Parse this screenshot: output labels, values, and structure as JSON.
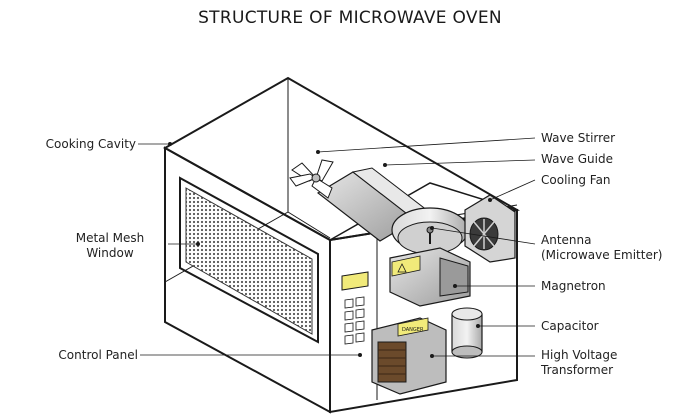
{
  "title": "STRUCTURE OF MICROWAVE OVEN",
  "labels": {
    "cooking_cavity": "Cooking Cavity",
    "metal_mesh_window_line1": "Metal Mesh",
    "metal_mesh_window_line2": "Window",
    "control_panel": "Control Panel",
    "wave_stirrer": "Wave Stirrer",
    "wave_guide": "Wave Guide",
    "cooling_fan": "Cooling Fan",
    "antenna_line1": "Antenna",
    "antenna_line2": "(Microwave Emitter)",
    "magnetron": "Magnetron",
    "capacitor": "Capacitor",
    "hv_transformer_line1": "High Voltage",
    "hv_transformer_line2": "Transformer",
    "danger_badge": "DANGER"
  },
  "colors": {
    "outline": "#1a1a1a",
    "metal": "#c8c8c8",
    "metal_dark": "#8f8f8f",
    "warning": "#f1ea7a",
    "coil": "#6b4a2b"
  }
}
